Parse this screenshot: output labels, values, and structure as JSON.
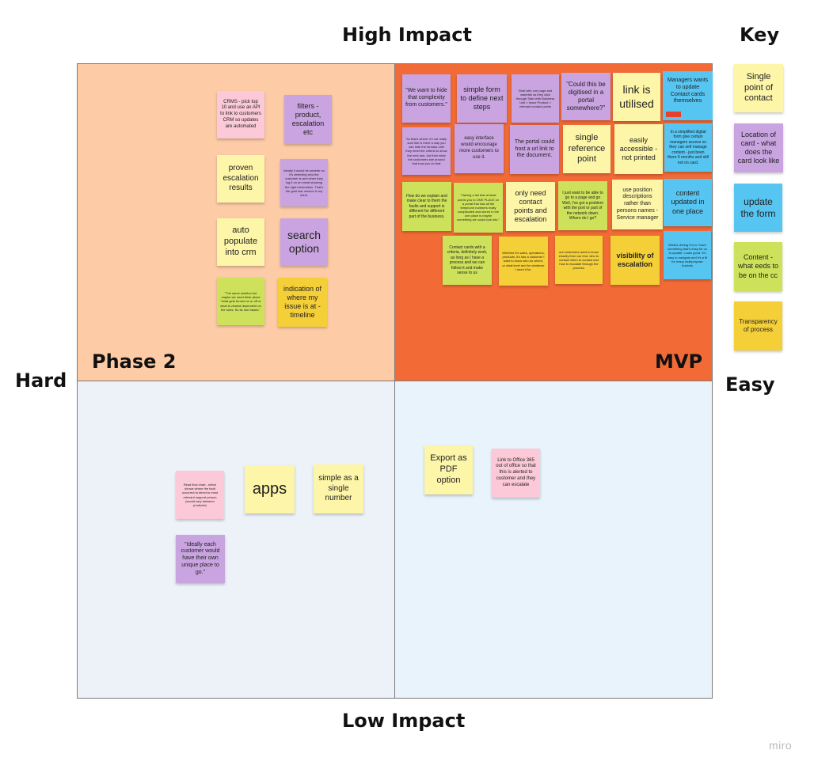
{
  "axes": {
    "top": "High Impact",
    "bottom": "Low Impact",
    "left": "Hard",
    "right": "Easy"
  },
  "quadrants": {
    "top_left_title": "Phase 2",
    "top_right_title": "MVP"
  },
  "key": {
    "title": "Key",
    "items": [
      "Single point of contact",
      "Location of card - what does the card look like",
      "update the form",
      "Content - what eeds to be on the cc",
      "Transparency of process"
    ]
  },
  "phase2_notes": [
    "CRMS - pick top 10 and use an API to link to customers CRM so updates are automated",
    "filters - product, escalation etc",
    "proven escalation results",
    "Ideally it would be smarter so it's detecting who the customer is and when they log it on an email showing the right information. That's the gold star version in my mind.",
    "auto populate into crm",
    "search option",
    "\"The same solution but maybe we need think about \"what gets turned on or off or what is viewed dependent on the roles. So its role based.\"",
    "indication of where my issue is at - timeline"
  ],
  "mvp_notes": [
    "\"We want to hide that complexity from customers.\"",
    "simple form to define next steps",
    "Start with one page and waterfall as they click through Start with Business Unit > Issue Product > relevant contact points",
    "\"Could this be digitised in a portal somewhere?\"",
    "link is utilised",
    "Managers wants to update Contact cards themselves",
    "So that's where I'm not really sure like is there a way you can hide the threads until they meet the criteria to show the next one, but then what the customers see around that how you do that",
    "easy interface would encourage more customers to use it.",
    "The portal could host a url link to the document.",
    "single reference point",
    "easily accessible - not printed",
    "In a simplified digital form give certain managers access so they can self manage content - just been there 6 months and still not on card.",
    "How do we explain and make clear to them the faults and support is different for different part of the business.",
    "\"Having a list that at least points you to ONE PLACE on a portal that has all the telephone numbers really complicated and stored in the one place is maybe something we could look into.\"",
    "only need contact points and escalation",
    "I just want to be able to go to a page and go Well, I've got a problem with the port or part of the network down. Where do I go?",
    "use position descriptions rather than persons names - Service manager",
    "content updated in one place",
    "What's driving it is to \"have something that's easy for us to update. Looks good. It's easy to navigate and it's a fit for many multipurpose buckets",
    "Contact cards with a criteria, definitely work, as long as I have a process and we can follow it and make sense to us",
    "Whether it's sales, operations, products, it's has a customer I want to know who do where, or what level and for whatever I need it for.",
    "our customers want to know exactly from our end, who to contact when to contact and how to escalate through the process.",
    "visibility of escalation"
  ],
  "low_hard_notes": [
    "Read flow chart - which shows where the fault occurred to direct to most relevant support person (would vary between products)",
    "apps",
    "simple as a single number",
    "\"Ideally each customer would have their own unique place to go.\""
  ],
  "low_easy_notes": [
    "Export as PDF option",
    "Link to Office 365 out of office so that this is alerted to customer and they can escalate"
  ],
  "colors": {
    "phase2_bg": "#fdcba6",
    "mvp_bg": "#f26b36",
    "low_bg": "#edf2f9",
    "yellow_note": "#fdf5a8",
    "purple_note": "#c9a4e0",
    "pink_note": "#fbc9d7",
    "green_note": "#cde25a",
    "orange_note": "#f5cf38",
    "blue_note": "#56c5f2"
  },
  "brand": "miro"
}
